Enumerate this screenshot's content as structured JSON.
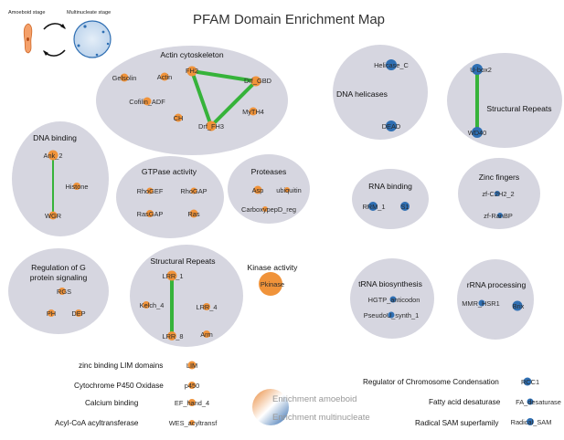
{
  "title": "PFAM Domain Enrichment Map",
  "stages": {
    "amoeboid": "Amoeboid stage",
    "multinucleate": "Multinucleate stage"
  },
  "legend": {
    "amoeboid": "Enrichment amoeboid",
    "multinucleate": "Enrichment multinucleate"
  },
  "colors": {
    "amoeboid": "#f0933a",
    "multinucleate": "#2f6fb3",
    "edge": "#36b33a",
    "cluster": "#d6d6e0"
  },
  "clusters": [
    {
      "id": "actin",
      "label": "Actin cytoskeleton",
      "nodes": [
        {
          "id": "gelsolin",
          "label": "Gelsolin",
          "group": "amoeboid"
        },
        {
          "id": "actin_n",
          "label": "Actin",
          "group": "amoeboid"
        },
        {
          "id": "fh2",
          "label": "FH2",
          "group": "amoeboid"
        },
        {
          "id": "drf_gbd",
          "label": "Drf_GBD",
          "group": "amoeboid"
        },
        {
          "id": "cofilin",
          "label": "Cofilin_ADF",
          "group": "amoeboid"
        },
        {
          "id": "ch",
          "label": "CH",
          "group": "amoeboid"
        },
        {
          "id": "mytH4",
          "label": "MyTH4",
          "group": "amoeboid"
        },
        {
          "id": "drf_fh3",
          "label": "Drf_FH3",
          "group": "amoeboid"
        }
      ],
      "edges": [
        [
          "fh2",
          "drf_gbd"
        ],
        [
          "fh2",
          "drf_fh3"
        ],
        [
          "drf_gbd",
          "drf_fh3"
        ]
      ]
    },
    {
      "id": "helicases",
      "label": "DNA helicases",
      "nodes": [
        {
          "id": "helicase_c",
          "label": "Helicase_C",
          "group": "multinucleate"
        },
        {
          "id": "dead",
          "label": "DEAD",
          "group": "multinucleate"
        }
      ],
      "edges": []
    },
    {
      "id": "struct1",
      "label": "Structural Repeats",
      "nodes": [
        {
          "id": "ubox",
          "label": "U-box2",
          "group": "multinucleate"
        },
        {
          "id": "wd40",
          "label": "WD40",
          "group": "multinucleate"
        }
      ],
      "edges": [
        [
          "ubox",
          "wd40"
        ]
      ]
    },
    {
      "id": "dnabind",
      "label": "DNA binding",
      "nodes": [
        {
          "id": "ank2",
          "label": "Ank_2",
          "group": "amoeboid"
        },
        {
          "id": "histone",
          "label": "Histone",
          "group": "amoeboid"
        },
        {
          "id": "wgr",
          "label": "WGR",
          "group": "amoeboid"
        }
      ],
      "edges": [
        [
          "ank2",
          "wgr"
        ]
      ]
    },
    {
      "id": "gtpase",
      "label": "GTPase activity",
      "nodes": [
        {
          "id": "rhogef",
          "label": "RhoGEF",
          "group": "amoeboid"
        },
        {
          "id": "rhogap",
          "label": "RhoGAP",
          "group": "amoeboid"
        },
        {
          "id": "rasgap",
          "label": "RasGAP",
          "group": "amoeboid"
        },
        {
          "id": "ras",
          "label": "Ras",
          "group": "amoeboid"
        }
      ],
      "edges": []
    },
    {
      "id": "proteases",
      "label": "Proteases",
      "nodes": [
        {
          "id": "asp",
          "label": "Asp",
          "group": "amoeboid"
        },
        {
          "id": "ubiquitin",
          "label": "ubiquitin",
          "group": "amoeboid"
        },
        {
          "id": "carboxypepd",
          "label": "CarboxypepD_reg",
          "group": "amoeboid"
        }
      ],
      "edges": []
    },
    {
      "id": "rnabind",
      "label": "RNA binding",
      "nodes": [
        {
          "id": "rrm1",
          "label": "RRM_1",
          "group": "multinucleate"
        },
        {
          "id": "s1",
          "label": "S1",
          "group": "multinucleate"
        }
      ],
      "edges": []
    },
    {
      "id": "zinc",
      "label": "Zinc fingers",
      "nodes": [
        {
          "id": "zfc2h2",
          "label": "zf-C2H2_2",
          "group": "multinucleate"
        },
        {
          "id": "zfranbp",
          "label": "zf-RanBP",
          "group": "multinucleate"
        }
      ],
      "edges": []
    },
    {
      "id": "regg",
      "label": "Regulation of G\nprotein signaling",
      "nodes": [
        {
          "id": "rgs",
          "label": "RGS",
          "group": "amoeboid"
        },
        {
          "id": "ph",
          "label": "PH",
          "group": "amoeboid"
        },
        {
          "id": "dep",
          "label": "DEP",
          "group": "amoeboid"
        }
      ],
      "edges": []
    },
    {
      "id": "struct2",
      "label": "Structural Repeats",
      "nodes": [
        {
          "id": "lrr1",
          "label": "LRR_1",
          "group": "amoeboid"
        },
        {
          "id": "kelch4",
          "label": "Kelch_4",
          "group": "amoeboid"
        },
        {
          "id": "lrr4",
          "label": "LRR_4",
          "group": "amoeboid"
        },
        {
          "id": "lrr8",
          "label": "LRR_8",
          "group": "amoeboid"
        },
        {
          "id": "arm",
          "label": "Arm",
          "group": "amoeboid"
        }
      ],
      "edges": [
        [
          "lrr1",
          "lrr8"
        ]
      ]
    },
    {
      "id": "kinase",
      "label": "Kinase activity",
      "nodes": [
        {
          "id": "pkinase",
          "label": "Pkinase",
          "group": "amoeboid"
        }
      ],
      "edges": []
    },
    {
      "id": "trna",
      "label": "tRNA biosynthesis",
      "nodes": [
        {
          "id": "hgtp",
          "label": "HGTP_anticodon",
          "group": "multinucleate"
        },
        {
          "id": "pseudou",
          "label": "PseudoU_synth_1",
          "group": "multinucleate"
        }
      ],
      "edges": []
    },
    {
      "id": "rrna",
      "label": "rRNA processing",
      "nodes": [
        {
          "id": "mmr",
          "label": "MMR_HSR1",
          "group": "multinucleate"
        },
        {
          "id": "brix",
          "label": "Brix",
          "group": "multinucleate"
        }
      ],
      "edges": []
    }
  ],
  "singletons": [
    {
      "id": "lim",
      "category": "zinc binding LIM domains",
      "label": "LIM",
      "group": "amoeboid"
    },
    {
      "id": "p450",
      "category": "Cytochrome P450 Oxidase",
      "label": "p450",
      "group": "amoeboid"
    },
    {
      "id": "efhand",
      "category": "Calcium binding",
      "label": "EF_hand_4",
      "group": "amoeboid"
    },
    {
      "id": "wes",
      "category": "Acyl-CoA acyltransferase",
      "label": "WES_acyltransf",
      "group": "amoeboid"
    },
    {
      "id": "rcc1",
      "category": "Regulator of Chromosome Condensation",
      "label": "RCC1",
      "group": "multinucleate"
    },
    {
      "id": "fades",
      "category": "Fatty acid desaturase",
      "label": "FA_desaturase",
      "group": "multinucleate"
    },
    {
      "id": "radsam",
      "category": "Radical SAM superfamily",
      "label": "Radical_SAM",
      "group": "multinucleate"
    }
  ]
}
